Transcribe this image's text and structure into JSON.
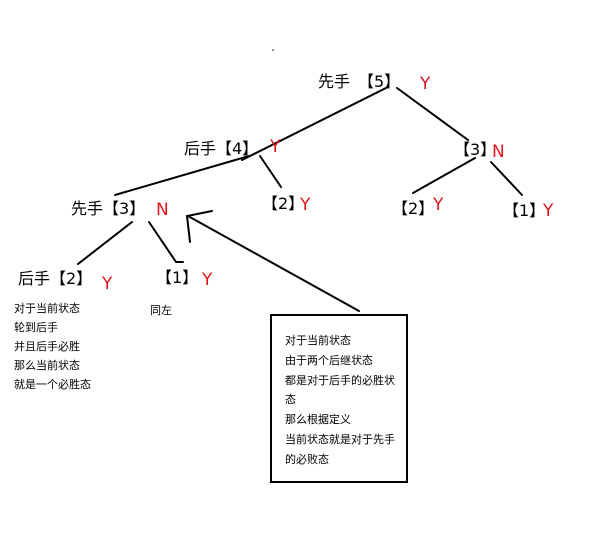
{
  "colors": {
    "mark": "#e0141e",
    "line": "#000000"
  },
  "tree": {
    "nodes": [
      {
        "id": "root",
        "label": "先手　【5】",
        "mark": "Y"
      },
      {
        "id": "n4",
        "label": "后手【4】",
        "mark": "Y"
      },
      {
        "id": "n3r",
        "label": "【3】",
        "mark": "N"
      },
      {
        "id": "n3l",
        "label": "先手【3】",
        "mark": "N"
      },
      {
        "id": "n2m",
        "label": "【2】",
        "mark": "Y"
      },
      {
        "id": "n2r",
        "label": "【2】",
        "mark": "Y"
      },
      {
        "id": "n1r",
        "label": "【1】",
        "mark": "Y"
      },
      {
        "id": "n2l",
        "label": "后手【2】",
        "mark": "Y"
      },
      {
        "id": "n1l",
        "label": "【1】",
        "mark": "Y"
      }
    ]
  },
  "notes": {
    "left": [
      "对于当前状态",
      "轮到后手",
      "并且后手必胜",
      "那么当前状态",
      "就是一个必胜态"
    ],
    "same": "同左",
    "box": [
      "对于当前状态",
      "由于两个后继状态",
      "都是对于后手的必胜状",
      "态",
      "那么根据定义",
      "当前状态就是对于先手",
      "的必败态"
    ]
  }
}
